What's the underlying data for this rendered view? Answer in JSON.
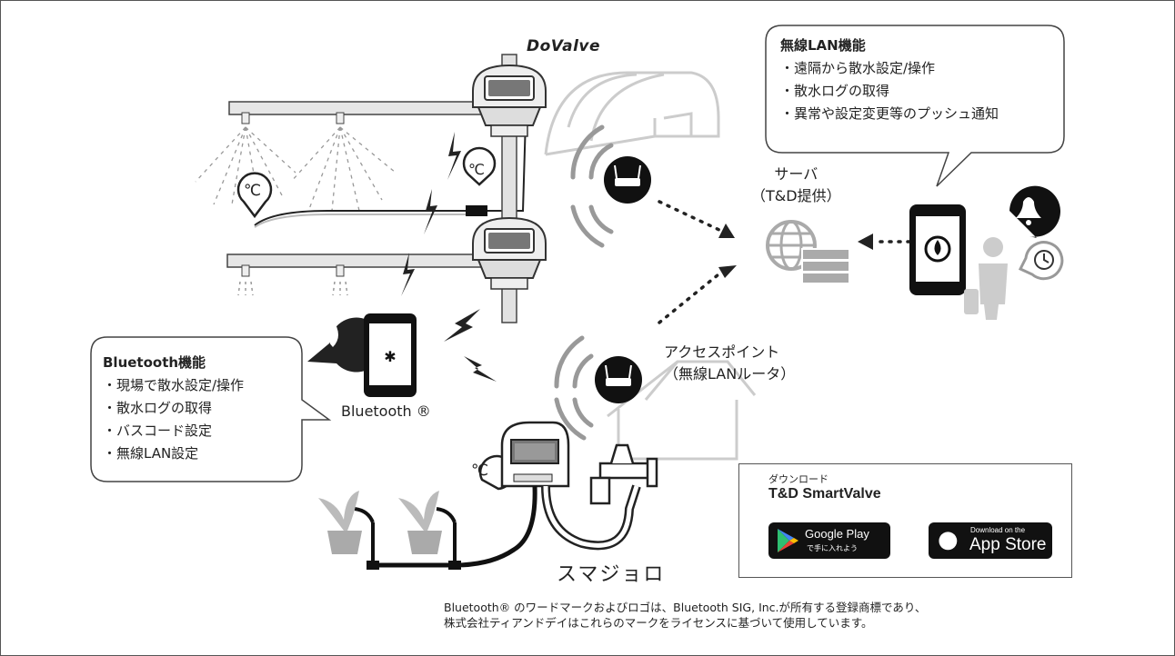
{
  "brand": "DoValve",
  "wlan_bubble": {
    "title": "無線LAN機能",
    "items": [
      "・遠隔から散水設定/操作",
      "・散水ログの取得",
      "・異常や設定変更等のプッシュ通知"
    ]
  },
  "bt_bubble": {
    "title": "Bluetooth機能",
    "items": [
      "・現場で散水設定/操作",
      "・散水ログの取得",
      "・バスコード設定",
      "・無線LAN設定"
    ]
  },
  "server_label": [
    "サーバ",
    "（T&D提供）"
  ],
  "ap_label": [
    "アクセスポイント",
    "（無線LANルータ）"
  ],
  "bluetooth_label": "Bluetooth ®",
  "smajoro_label": "スマジョロ",
  "temp_symbol": "℃",
  "store": {
    "caption": "ダウンロード",
    "app_name": "T&D SmartValve",
    "google_play": {
      "main": "Google Play",
      "sub": "で手に入れよう"
    },
    "app_store": {
      "sub": "Download on the",
      "main": "App Store"
    }
  },
  "footnote": [
    "Bluetooth® のワードマークおよびロゴは、Bluetooth SIG, Inc.が所有する登録商標であり、",
    "株式会社ティアンドデイはこれらのマークをライセンスに基づいて使用しています。"
  ]
}
